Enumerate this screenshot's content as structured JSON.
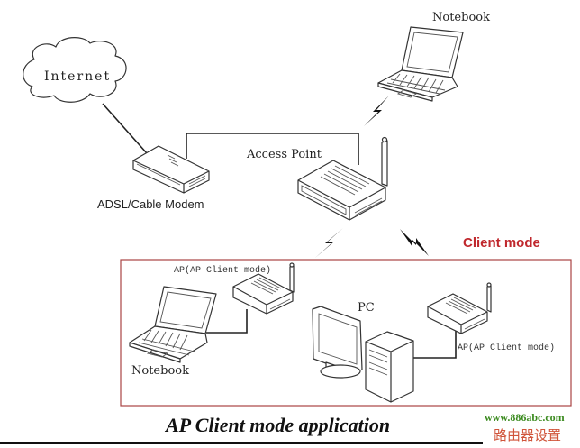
{
  "diagram": {
    "title": "AP Client mode application",
    "colors": {
      "client_box_border": "#a94444",
      "client_title": "#c0282d",
      "watermark_url": "#3a8a1e",
      "watermark_cn": "#d0543a"
    },
    "nodes": {
      "internet": {
        "label": "Internet",
        "icon": "cloud-icon"
      },
      "modem": {
        "label": "ADSL/Cable Modem",
        "icon": "modem-icon"
      },
      "access_point": {
        "label": "Access Point",
        "icon": "router-icon"
      },
      "notebook_top": {
        "label": "Notebook",
        "icon": "laptop-icon"
      },
      "ap_client_left": {
        "label": "AP(AP Client mode)",
        "icon": "router-icon"
      },
      "notebook_left": {
        "label": "Notebook",
        "icon": "laptop-icon"
      },
      "pc": {
        "label": "PC",
        "icon": "desktop-pc-icon"
      },
      "ap_client_right": {
        "label": "AP(AP Client mode)",
        "icon": "router-icon"
      }
    },
    "client_group": {
      "label": "Client mode"
    },
    "links": [
      {
        "from": "internet",
        "to": "modem",
        "type": "wired"
      },
      {
        "from": "modem",
        "to": "access_point",
        "type": "wired"
      },
      {
        "from": "access_point",
        "to": "notebook_top",
        "type": "wireless"
      },
      {
        "from": "access_point",
        "to": "ap_client_left",
        "type": "wireless"
      },
      {
        "from": "access_point",
        "to": "ap_client_right",
        "type": "wireless"
      },
      {
        "from": "notebook_left",
        "to": "ap_client_left",
        "type": "wired"
      },
      {
        "from": "pc",
        "to": "ap_client_right",
        "type": "wired"
      }
    ]
  },
  "watermark": {
    "url": "www.886abc.com",
    "text_cn": "路由器设置"
  }
}
